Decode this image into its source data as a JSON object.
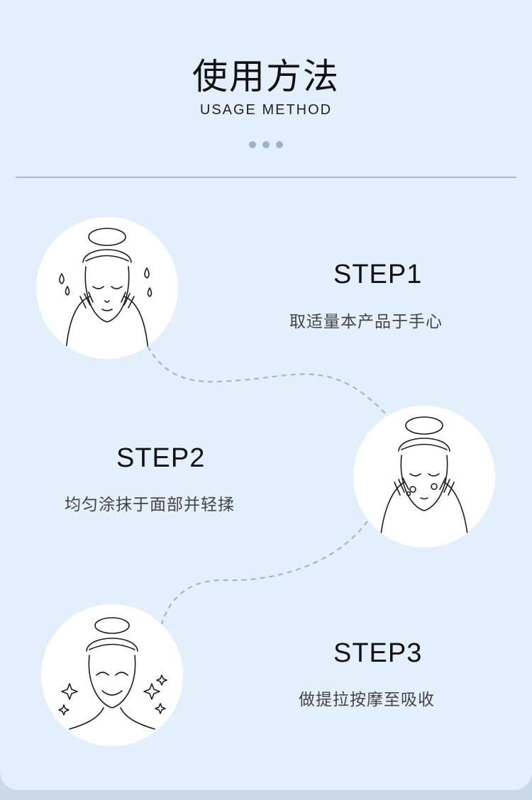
{
  "header": {
    "title": "使用方法",
    "subtitle": "USAGE METHOD"
  },
  "steps": [
    {
      "title": "STEP1",
      "desc": "取适量本产品于手心",
      "illustration": "face-washing-icon"
    },
    {
      "title": "STEP2",
      "desc": "均匀涂抹于面部并轻揉",
      "illustration": "face-massaging-icon"
    },
    {
      "title": "STEP3",
      "desc": "做提拉按摩至吸收",
      "illustration": "smiling-face-icon"
    }
  ],
  "colors": {
    "background": "#e3effa",
    "accent": "#9ab3c9",
    "dashed_path": "#9fb8cc",
    "text": "#111111"
  }
}
